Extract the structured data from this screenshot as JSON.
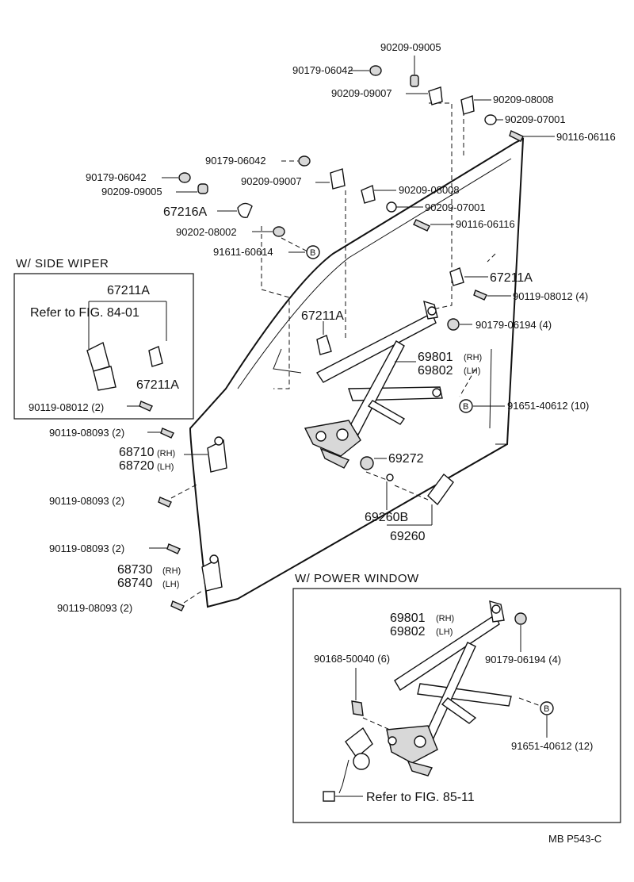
{
  "labels": {
    "p_90209_09005_top": "90209-09005",
    "p_90179_06042_top": "90179-06042",
    "p_90209_09007_top": "90209-09007",
    "p_90209_08008_top": "90209-08008",
    "p_90209_07001_top": "90209-07001",
    "p_90116_06116_top": "90116-06116",
    "p_90179_06042_mid": "90179-06042",
    "p_90179_06042_left": "90179-06042",
    "p_90209_09005_left": "90209-09005",
    "p_90209_09007_mid": "90209-09007",
    "p_90209_08008_mid": "90209-08008",
    "p_90209_07001_mid": "90209-07001",
    "p_90116_06116_mid": "90116-06116",
    "p_67216A": "67216A",
    "p_90202_08002": "90202-08002",
    "p_91611_60614": "91611-60614",
    "p_67211A_right": "67211A",
    "p_90119_08012_right": "90119-08012 (4)",
    "p_67211A_center": "67211A",
    "p_90179_06194_main": "90179-06194 (4)",
    "p_69801_main": "69801",
    "p_69802_main": "69802",
    "p_91651_40612_main": "91651-40612 (10)",
    "p_90119_08093_a": "90119-08093 (2)",
    "p_68710": "68710",
    "p_68720": "68720",
    "p_90119_08093_b": "90119-08093 (2)",
    "p_69272": "69272",
    "p_69260B": "69260B",
    "p_69260": "69260",
    "p_90119_08093_c": "90119-08093 (2)",
    "p_68730": "68730",
    "p_68740": "68740",
    "p_90119_08093_d": "90119-08093 (2)",
    "rh": "(RH)",
    "lh": "(LH)",
    "circled_b": "B",
    "side_wiper_title": "W/ SIDE  WIPER",
    "sw_67211A_top": "67211A",
    "sw_refer": "Refer to FIG. 84-01",
    "sw_67211A_right": "67211A",
    "sw_90119_08012": "90119-08012 (2)",
    "power_window_title": "W/ POWER  WINDOW",
    "pw_69801": "69801",
    "pw_69802": "69802",
    "pw_90168_50040": "90168-50040 (6)",
    "pw_90179_06194": "90179-06194 (4)",
    "pw_91651_40612": "91651-40612 (12)",
    "pw_refer": "Refer to FIG. 85-11",
    "footer_code": "MB  P543-C"
  }
}
